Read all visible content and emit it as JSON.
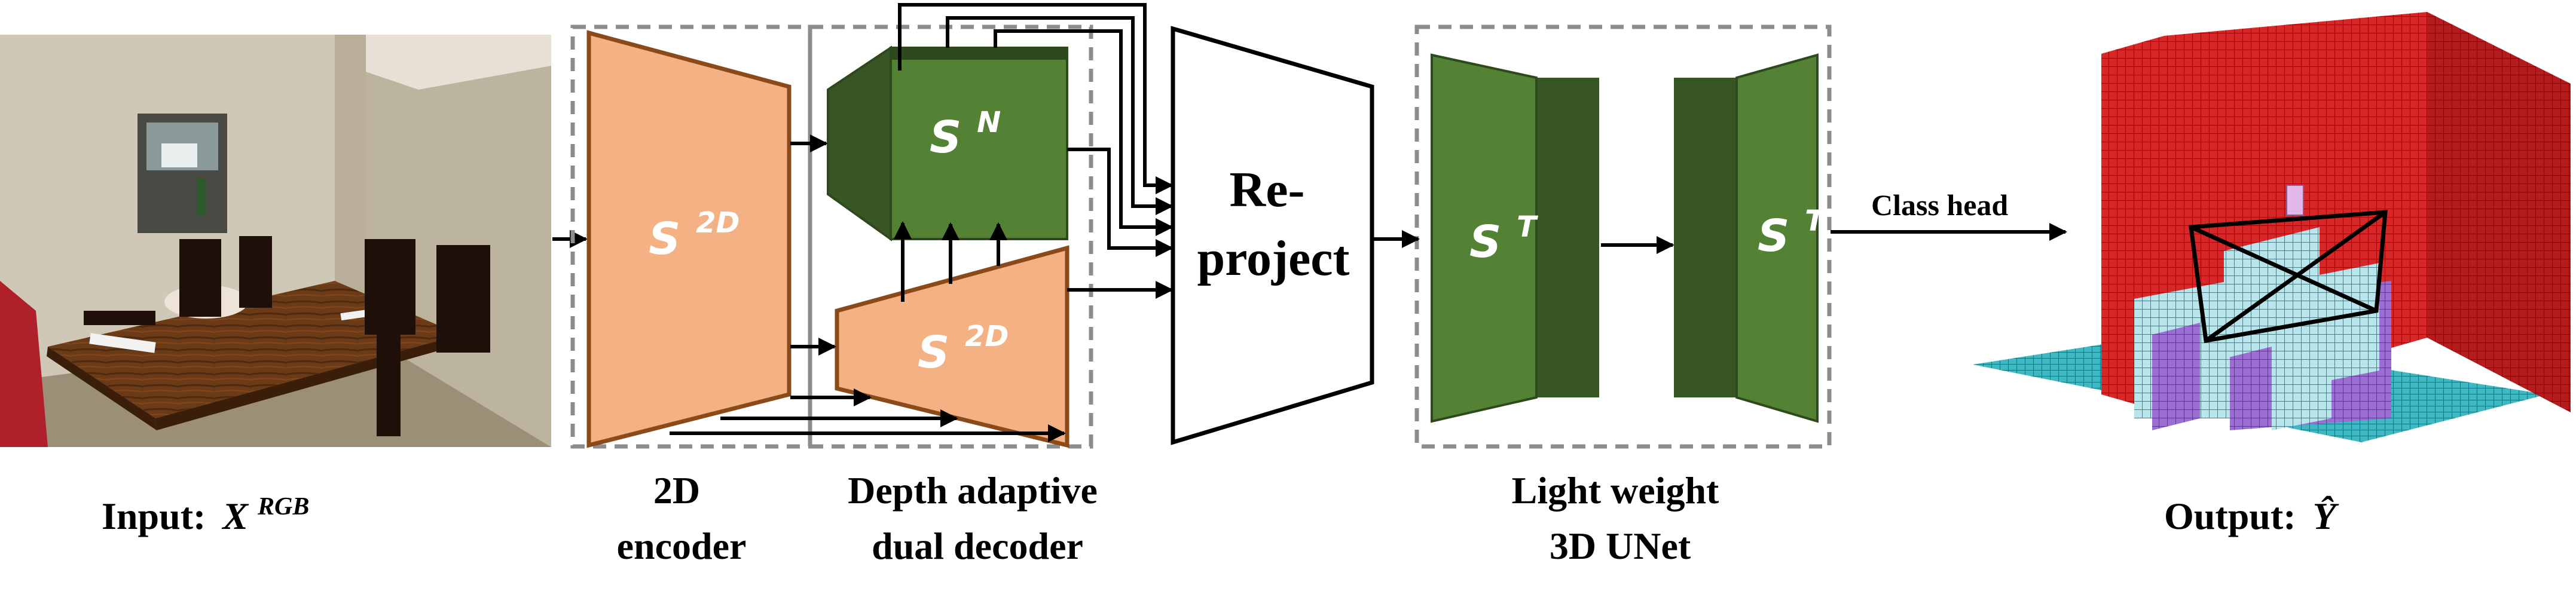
{
  "input": {
    "label_prefix": "Input:",
    "symbol": "X",
    "symbol_sup": "RGB"
  },
  "encoder": {
    "block_symbol": "S",
    "block_sup": "2D",
    "caption_line1": "2D",
    "caption_line2": "encoder"
  },
  "decoder": {
    "normal_symbol": "S",
    "normal_sup": "N",
    "depth_symbol": "S",
    "depth_sup": "2D",
    "caption_line1": "Depth adaptive",
    "caption_line2": "dual decoder"
  },
  "reproject": {
    "line1": "Re-",
    "line2": "project"
  },
  "unet": {
    "enc_symbol": "S",
    "enc_sup": "T",
    "dec_symbol": "S",
    "dec_sup": "T",
    "caption_line1": "Light weight",
    "caption_line2": "3D UNet"
  },
  "class_head": {
    "label": "Class head"
  },
  "output": {
    "label_prefix": "Output:",
    "symbol": "Ŷ"
  },
  "colors": {
    "encoder_fill": "#f4b183",
    "encoder_stroke": "#8b4a1a",
    "green_front": "#548235",
    "green_side": "#375623",
    "green_dark": "#2e4a1c",
    "dashed": "#8c8c8c",
    "voxel_red": "#d62828",
    "voxel_cyan": "#3fb8c4",
    "voxel_lightblue": "#a9dde6",
    "voxel_purple": "#9b6fd1"
  }
}
